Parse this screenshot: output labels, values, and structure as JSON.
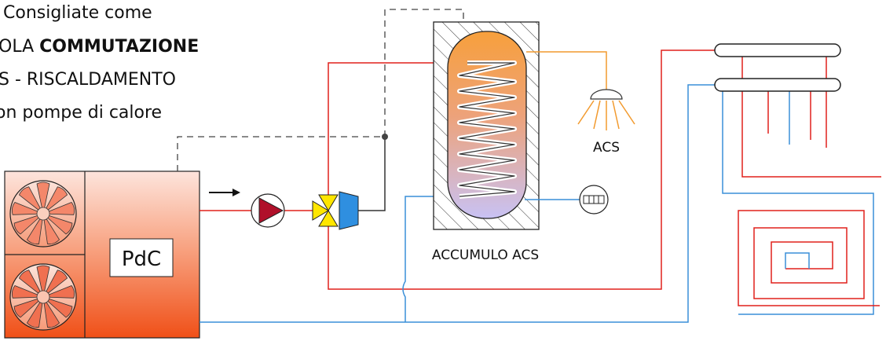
{
  "title": {
    "line1": "Consigliate come",
    "line2_prefix": "OLA ",
    "line2_bold": "COMMUTAZIONE",
    "line3": "S - RISCALDAMENTO",
    "line4": "on pompe di calore"
  },
  "labels": {
    "heat_pump": "PdC",
    "dhw_outlet": "ACS",
    "storage_tank": "ACCUMULO ACS"
  },
  "colors": {
    "flow_pipe": "#e0201c",
    "return_pipe": "#3a8fd8",
    "dhw_pipe": "#f29a2e",
    "control_line": "#444444",
    "pump_triangle": "#b0102a",
    "valve_yellow": "#ffe600",
    "valve_blue": "#2f8fe0",
    "insulation": "#c9c9c9"
  }
}
